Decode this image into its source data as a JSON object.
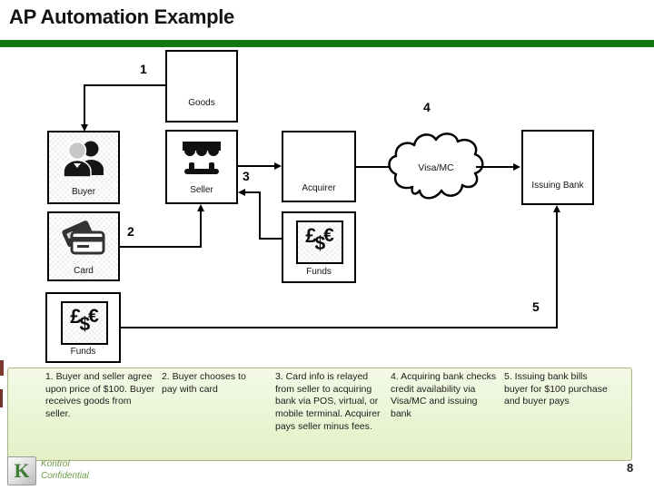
{
  "title": "AP Automation Example",
  "steps": [
    "1",
    "2",
    "3",
    "4",
    "5"
  ],
  "nodes": {
    "goods": "Goods",
    "buyer": "Buyer",
    "seller": "Seller",
    "acquirer": "Acquirer",
    "network": "Visa/MC",
    "issuing_bank": "Issuing Bank",
    "card": "Card",
    "funds_mid": "Funds",
    "funds_bottom": "Funds"
  },
  "currency": {
    "pound": "£",
    "dollar": "$",
    "euro": "€"
  },
  "notes": [
    "1. Buyer and seller agree upon price of $100.  Buyer receives goods from seller.",
    "2. Buyer chooses to pay with card",
    "3. Card info is relayed from seller to acquiring bank via POS, virtual, or mobile terminal.  Acquirer pays seller minus fees.",
    "4. Acquiring bank checks credit availability via Visa/MC and issuing bank",
    "5. Issuing bank bills buyer for $100 purchase and buyer pays"
  ],
  "footer": {
    "logo_letter": "K",
    "company": "Kontrol",
    "classification": "Confidential",
    "page": "8"
  },
  "colors": {
    "accent_green": "#127a12",
    "notes_bg": "#e9f4d4",
    "footer_green": "#6e9c47"
  }
}
